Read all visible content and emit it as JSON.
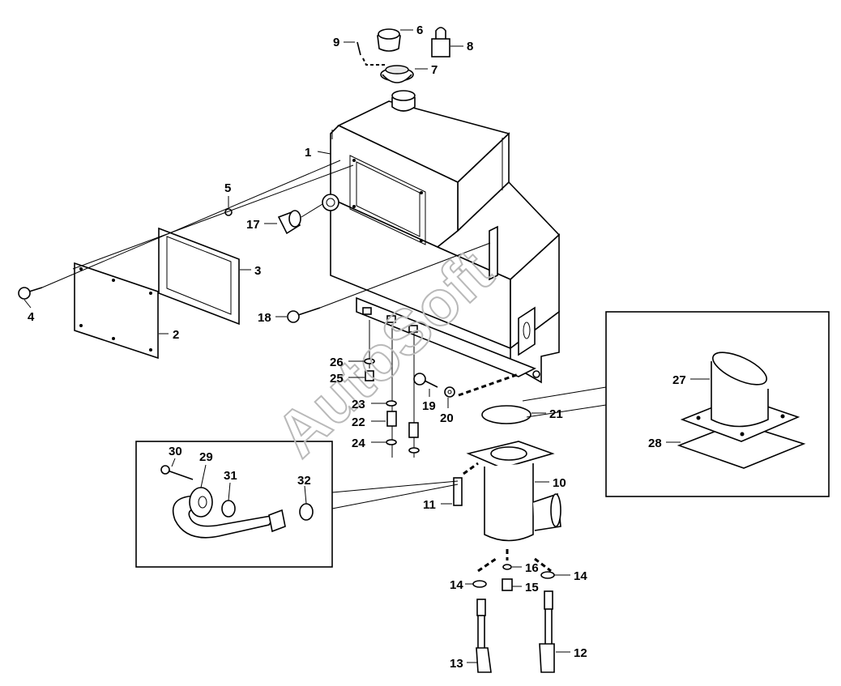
{
  "watermark": "AutoSoft",
  "callouts": {
    "c1": "1",
    "c2": "2",
    "c3": "3",
    "c4": "4",
    "c5": "5",
    "c6": "6",
    "c7": "7",
    "c8": "8",
    "c9": "9",
    "c10": "10",
    "c11": "11",
    "c12": "12",
    "c13": "13",
    "c14a": "14",
    "c14b": "14",
    "c15": "15",
    "c16": "16",
    "c17": "17",
    "c18": "18",
    "c19": "19",
    "c20": "20",
    "c21": "21",
    "c22": "22",
    "c23": "23",
    "c24": "24",
    "c25": "25",
    "c26": "26",
    "c27": "27",
    "c28": "28",
    "c29": "29",
    "c30": "30",
    "c31": "31",
    "c32": "32"
  }
}
